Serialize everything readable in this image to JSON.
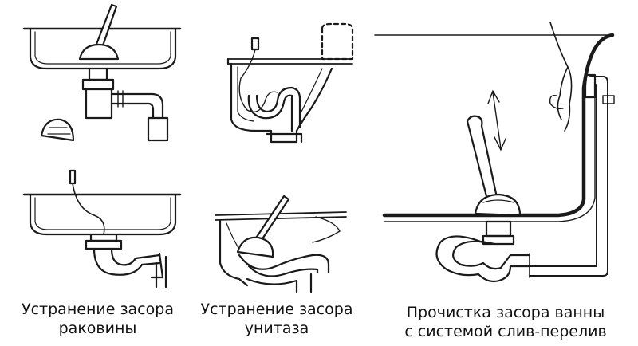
{
  "captions": {
    "sink": {
      "line1": "Устранение засора",
      "line2": "раковины"
    },
    "toilet": {
      "line1": "Устранение засора",
      "line2": "унитаза"
    },
    "bath": {
      "line1": "Прочистка засора ванны",
      "line2": "с системой слив-перелив"
    }
  }
}
